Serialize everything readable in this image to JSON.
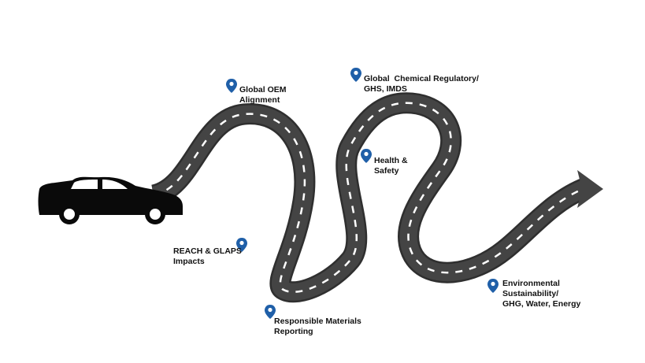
{
  "colors": {
    "road": "#444444",
    "road_edge": "#2f2f2f",
    "lane_marking": "#ffffff",
    "pin": "#1f5fa8",
    "car": "#0a0a0a",
    "text": "#111111"
  },
  "icons": {
    "pin": "map-pin-icon",
    "car": "car-icon",
    "arrow": "arrow-head-icon"
  },
  "milestones": [
    {
      "id": "global-oem",
      "lines": [
        "Global OEM",
        "Alignment"
      ]
    },
    {
      "id": "global-chemical",
      "lines": [
        "Global  Chemical Regulatory/",
        "GHS, IMDS"
      ]
    },
    {
      "id": "health-safety",
      "lines": [
        "Health &",
        "Safety"
      ]
    },
    {
      "id": "reach-glaps",
      "lines": [
        "REACH & GLAPS",
        "Impacts"
      ]
    },
    {
      "id": "responsible-materials",
      "lines": [
        "Responsible Materials",
        "Reporting"
      ]
    },
    {
      "id": "environmental",
      "lines": [
        "Environmental",
        "Sustainability/",
        "GHG, Water, Energy"
      ]
    }
  ]
}
